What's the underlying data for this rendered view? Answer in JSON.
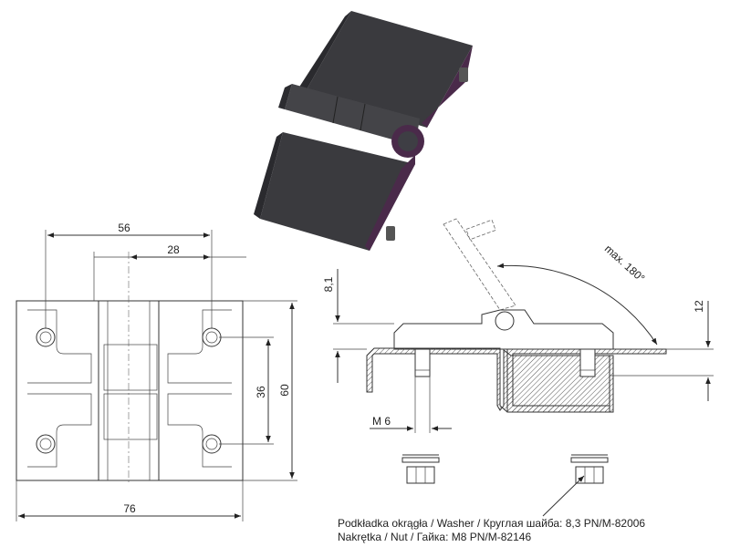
{
  "dimensions": {
    "overall_width": "56",
    "pin_offset": "28",
    "hole_spacing": "36",
    "overall_height": "60",
    "base_width": "76",
    "thickness": "8,1",
    "rise": "12",
    "thread": "M 6",
    "rotation": "max. 180°"
  },
  "captions": {
    "washer": "Podkładka okrągła / Washer / Круглая шайба:   8,3 PN/M-82006",
    "nut": "Nakrętka / Nut / Гайка:   M8 PN/M-82146"
  },
  "colors": {
    "hinge_body": "#3a3a3e",
    "hinge_edge": "#4a2a4a",
    "line": "#333333"
  }
}
